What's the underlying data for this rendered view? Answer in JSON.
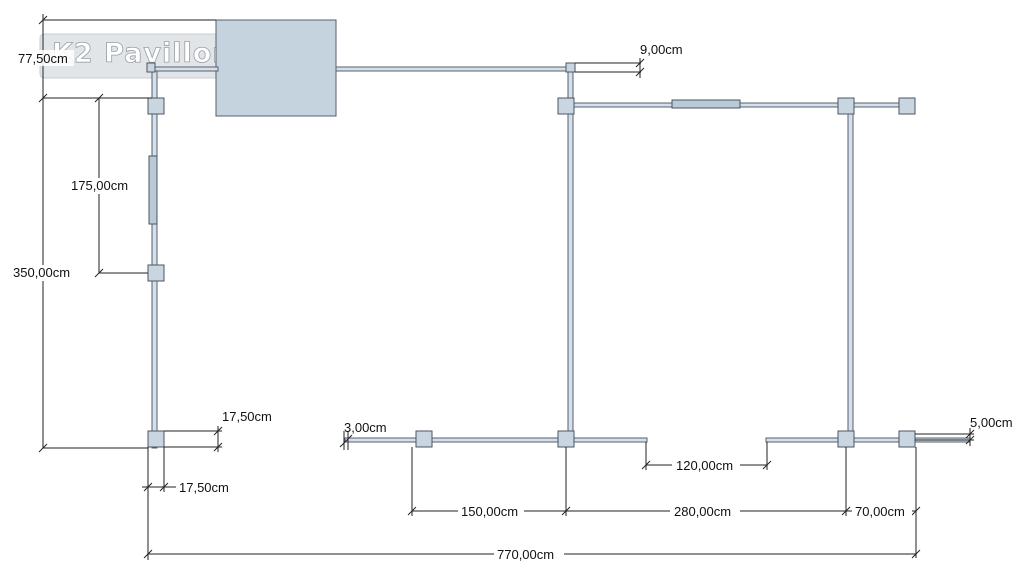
{
  "logo": {
    "text": "K2 Pavillon"
  },
  "colors": {
    "post_fill": "#c9d6e2",
    "post_stroke": "#4a5561",
    "wall_fill": "#d6e0ea",
    "wall_stroke": "#56616d",
    "dimension_line": "#222222",
    "logo_panel": "#dfe3e6"
  },
  "dimensions": {
    "top_left_offset": "77,50cm",
    "top_gap": "9,00cm",
    "window_section": "175,00cm",
    "left_height": "350,00cm",
    "post_size_right": "17,50cm",
    "post_size_bottom": "17,50cm",
    "left_stub": "3,00cm",
    "door_opening": "120,00cm",
    "right_stub": "5,00cm",
    "segment_left": "150,00cm",
    "segment_middle": "280,00cm",
    "segment_right": "70,00cm",
    "total_width": "770,00cm"
  }
}
